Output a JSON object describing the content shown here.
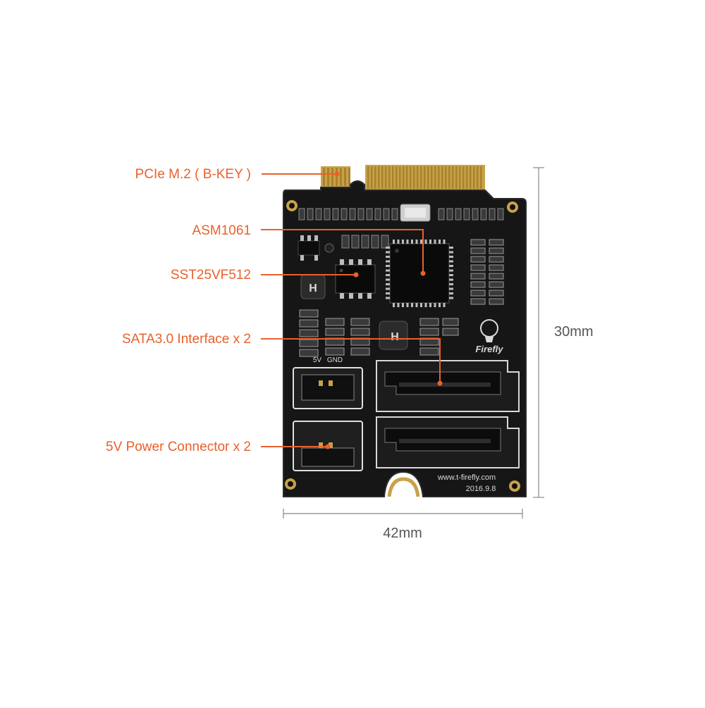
{
  "colors": {
    "callout": "#e8612c",
    "pcb": "#161616",
    "pcb_edge": "#2a2a2a",
    "gold": "#c8a24a",
    "dimension": "#888888",
    "dimension_text": "#555555"
  },
  "callouts": [
    {
      "id": "pcie",
      "label": "PCIe M.2 ( B-KEY )"
    },
    {
      "id": "asm",
      "label": "ASM1061"
    },
    {
      "id": "sst",
      "label": "SST25VF512"
    },
    {
      "id": "sata",
      "label": "SATA3.0 Interface x 2"
    },
    {
      "id": "power",
      "label": "5V Power Connector x 2"
    }
  ],
  "dimensions": {
    "height": "30mm",
    "width": "42mm"
  },
  "board": {
    "brand": "Firefly",
    "url": "www.t-firefly.com",
    "date": "2016.9.8",
    "pin_5v": "5V",
    "pin_gnd": "GND",
    "inductor_mark": "H"
  }
}
